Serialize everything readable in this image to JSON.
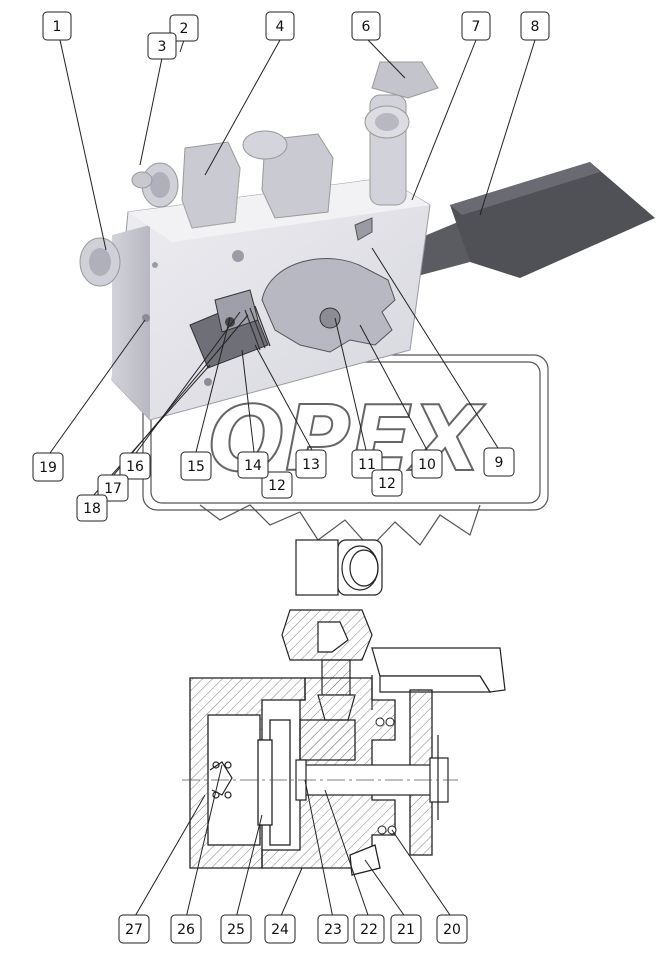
{
  "diagram": {
    "watermark_text": "OPEX",
    "callouts": [
      {
        "id": "c1",
        "label": "1"
      },
      {
        "id": "c2",
        "label": "2"
      },
      {
        "id": "c3",
        "label": "3"
      },
      {
        "id": "c4",
        "label": "4"
      },
      {
        "id": "c6",
        "label": "6"
      },
      {
        "id": "c7",
        "label": "7"
      },
      {
        "id": "c8",
        "label": "8"
      },
      {
        "id": "c9",
        "label": "9"
      },
      {
        "id": "c10",
        "label": "10"
      },
      {
        "id": "c11",
        "label": "11"
      },
      {
        "id": "c12a",
        "label": "12"
      },
      {
        "id": "c12b",
        "label": "12"
      },
      {
        "id": "c13",
        "label": "13"
      },
      {
        "id": "c14",
        "label": "14"
      },
      {
        "id": "c15",
        "label": "15"
      },
      {
        "id": "c16",
        "label": "16"
      },
      {
        "id": "c17",
        "label": "17"
      },
      {
        "id": "c18",
        "label": "18"
      },
      {
        "id": "c19",
        "label": "19"
      },
      {
        "id": "c20",
        "label": "20"
      },
      {
        "id": "c21",
        "label": "21"
      },
      {
        "id": "c22",
        "label": "22"
      },
      {
        "id": "c23",
        "label": "23"
      },
      {
        "id": "c24",
        "label": "24"
      },
      {
        "id": "c25",
        "label": "25"
      },
      {
        "id": "c26",
        "label": "26"
      },
      {
        "id": "c27",
        "label": "27"
      }
    ],
    "colors": {
      "housing_light": "#e4e4ea",
      "housing_mid": "#c9c9d2",
      "housing_dark": "#a9a9b4",
      "lever": "#55555c",
      "outline": "#222222",
      "hatch": "#777777"
    }
  }
}
